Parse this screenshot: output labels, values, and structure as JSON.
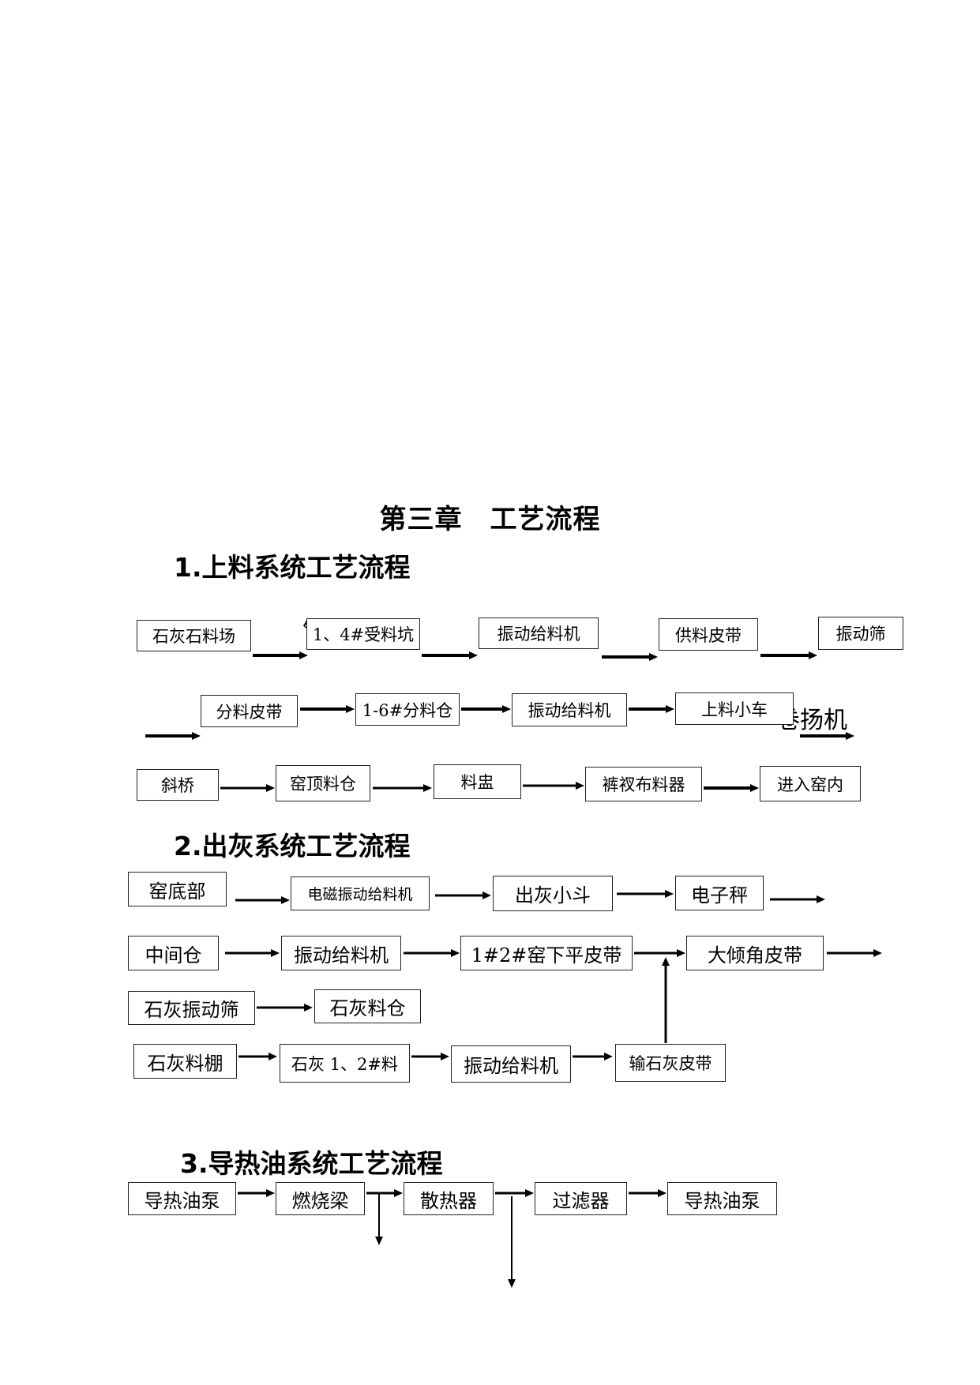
{
  "chapter_title": "第三章　工艺流程",
  "sections": [
    {
      "heading": "1.上料系统工艺流程",
      "steps": [
        "石灰石料场",
        "1、4#受料坑",
        "振动给料机",
        "供料皮带",
        "振动筛",
        "分料皮带",
        "1-6#分料仓",
        "振动给料机",
        "上料小车",
        "斜桥",
        "窑顶料仓",
        "料盅",
        "裤衩布料器",
        "进入窑内"
      ],
      "fragments": [
        "铲车",
        "卷扬机"
      ]
    },
    {
      "heading": "2.出灰系统工艺流程",
      "steps": [
        "窑底部",
        "电磁振动给料机",
        "出灰小斗",
        "电子秤",
        "中间仓",
        "振动给料机",
        "1#2#窑下平皮带",
        "大倾角皮带",
        "石灰振动筛",
        "石灰料仓",
        "石灰料棚",
        "石灰 1、2#料",
        "振动给料机",
        "输石灰皮带"
      ]
    },
    {
      "heading": "3.导热油系统工艺流程",
      "steps": [
        "导热油泵",
        "燃烧梁",
        "散热器",
        "过滤器",
        "导热油泵"
      ]
    }
  ]
}
